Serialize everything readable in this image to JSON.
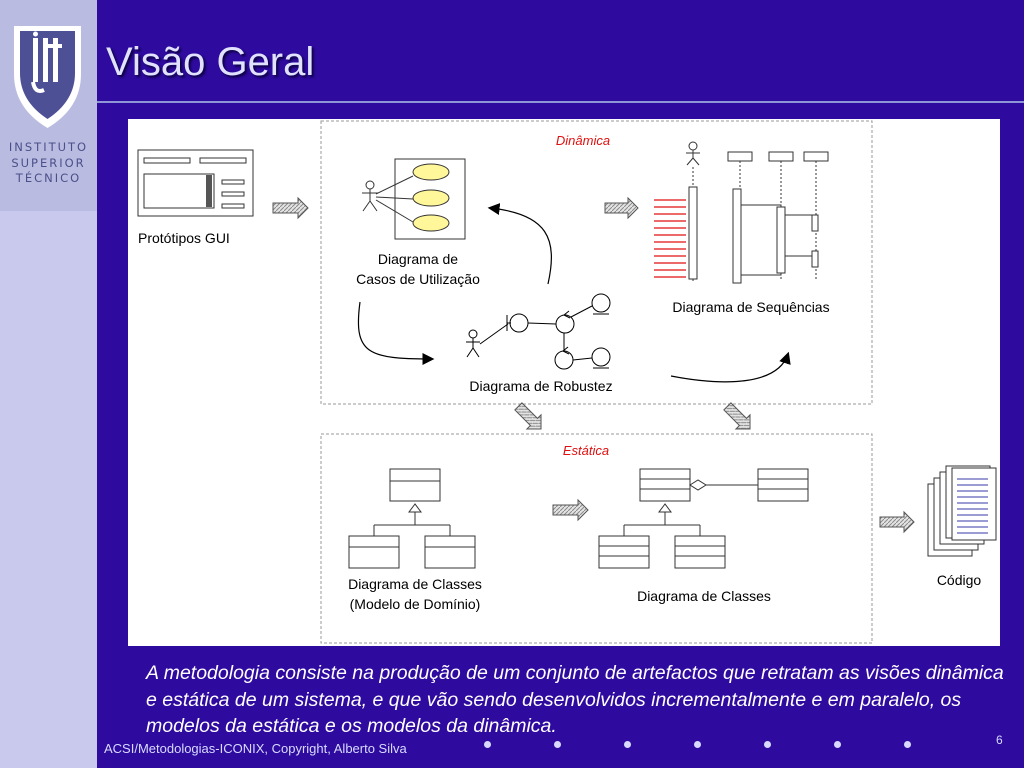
{
  "slide": {
    "title": "Visão Geral",
    "caption": "A metodologia consiste na produção de um conjunto de artefactos que retratam as visões dinâmica e estática de um sistema, e que vão sendo desenvolvidos incrementalmente e em paralelo, os modelos da estática e os modelos da dinâmica.",
    "footer": "ACSI/Metodologias-ICONIX, Copyright, Alberto Silva",
    "page_number": "6"
  },
  "logo": {
    "mark": "IST",
    "lines": [
      "INSTITUTO",
      "SUPERIOR",
      "TÉCNICO"
    ]
  },
  "diagram": {
    "dynamic_label": "Dinâmica",
    "static_label": "Estática",
    "gui_prototypes": "Protótipos GUI",
    "use_case_line1": "Diagrama de",
    "use_case_line2": "Casos de Utilização",
    "robustness": "Diagrama de Robustez",
    "sequence": "Diagrama de Sequências",
    "domain_classes_line1": "Diagrama de Classes",
    "domain_classes_line2": "(Modelo de Domínio)",
    "classes": "Diagrama de Classes",
    "code": "Código"
  },
  "colors": {
    "background": "#2e0a9e",
    "accent_red": "#e01010"
  }
}
